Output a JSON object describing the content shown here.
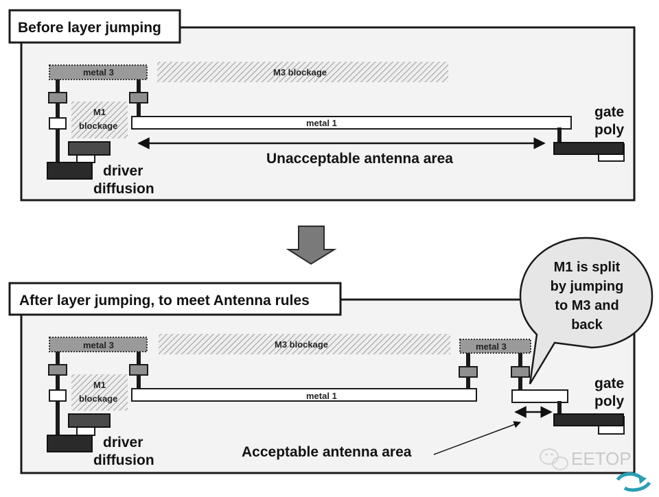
{
  "top_panel": {
    "title": "Before layer jumping",
    "metal3_label": "metal 3",
    "m3_blockage_label": "M3 blockage",
    "m1_blockage_line1": "M1",
    "m1_blockage_line2": "blockage",
    "metal1_label": "metal 1",
    "gate_line1": "gate",
    "gate_line2": "poly",
    "driver_line1": "driver",
    "driver_line2": "diffusion",
    "antenna_label": "Unacceptable antenna area"
  },
  "bottom_panel": {
    "title": "After layer jumping, to meet Antenna rules",
    "metal3_label": "metal 3",
    "metal3_right_label": "metal 3",
    "m3_blockage_label": "M3 blockage",
    "m1_blockage_line1": "M1",
    "m1_blockage_line2": "blockage",
    "metal1_label": "metal 1",
    "gate_line1": "gate",
    "gate_line2": "poly",
    "driver_line1": "driver",
    "driver_line2": "diffusion",
    "antenna_label": "Acceptable antenna area"
  },
  "callout": {
    "line1": "M1 is split",
    "line2": "by jumping",
    "line3": "to M3 and",
    "line4": "back"
  },
  "watermark": "EETOP",
  "icons": [
    "down-arrow-icon",
    "wechat-icon",
    "corner-logo-icon"
  ],
  "colors": {
    "panel_bg": "#f3f3f3",
    "panel_border": "#1a1a1a",
    "hatch": "#9a9a9a",
    "dark_block": "#2a2a2a",
    "via_gray": "#8f8f8f",
    "arrow_gray": "#7a7a7a",
    "teal": "#2a9fb5"
  }
}
